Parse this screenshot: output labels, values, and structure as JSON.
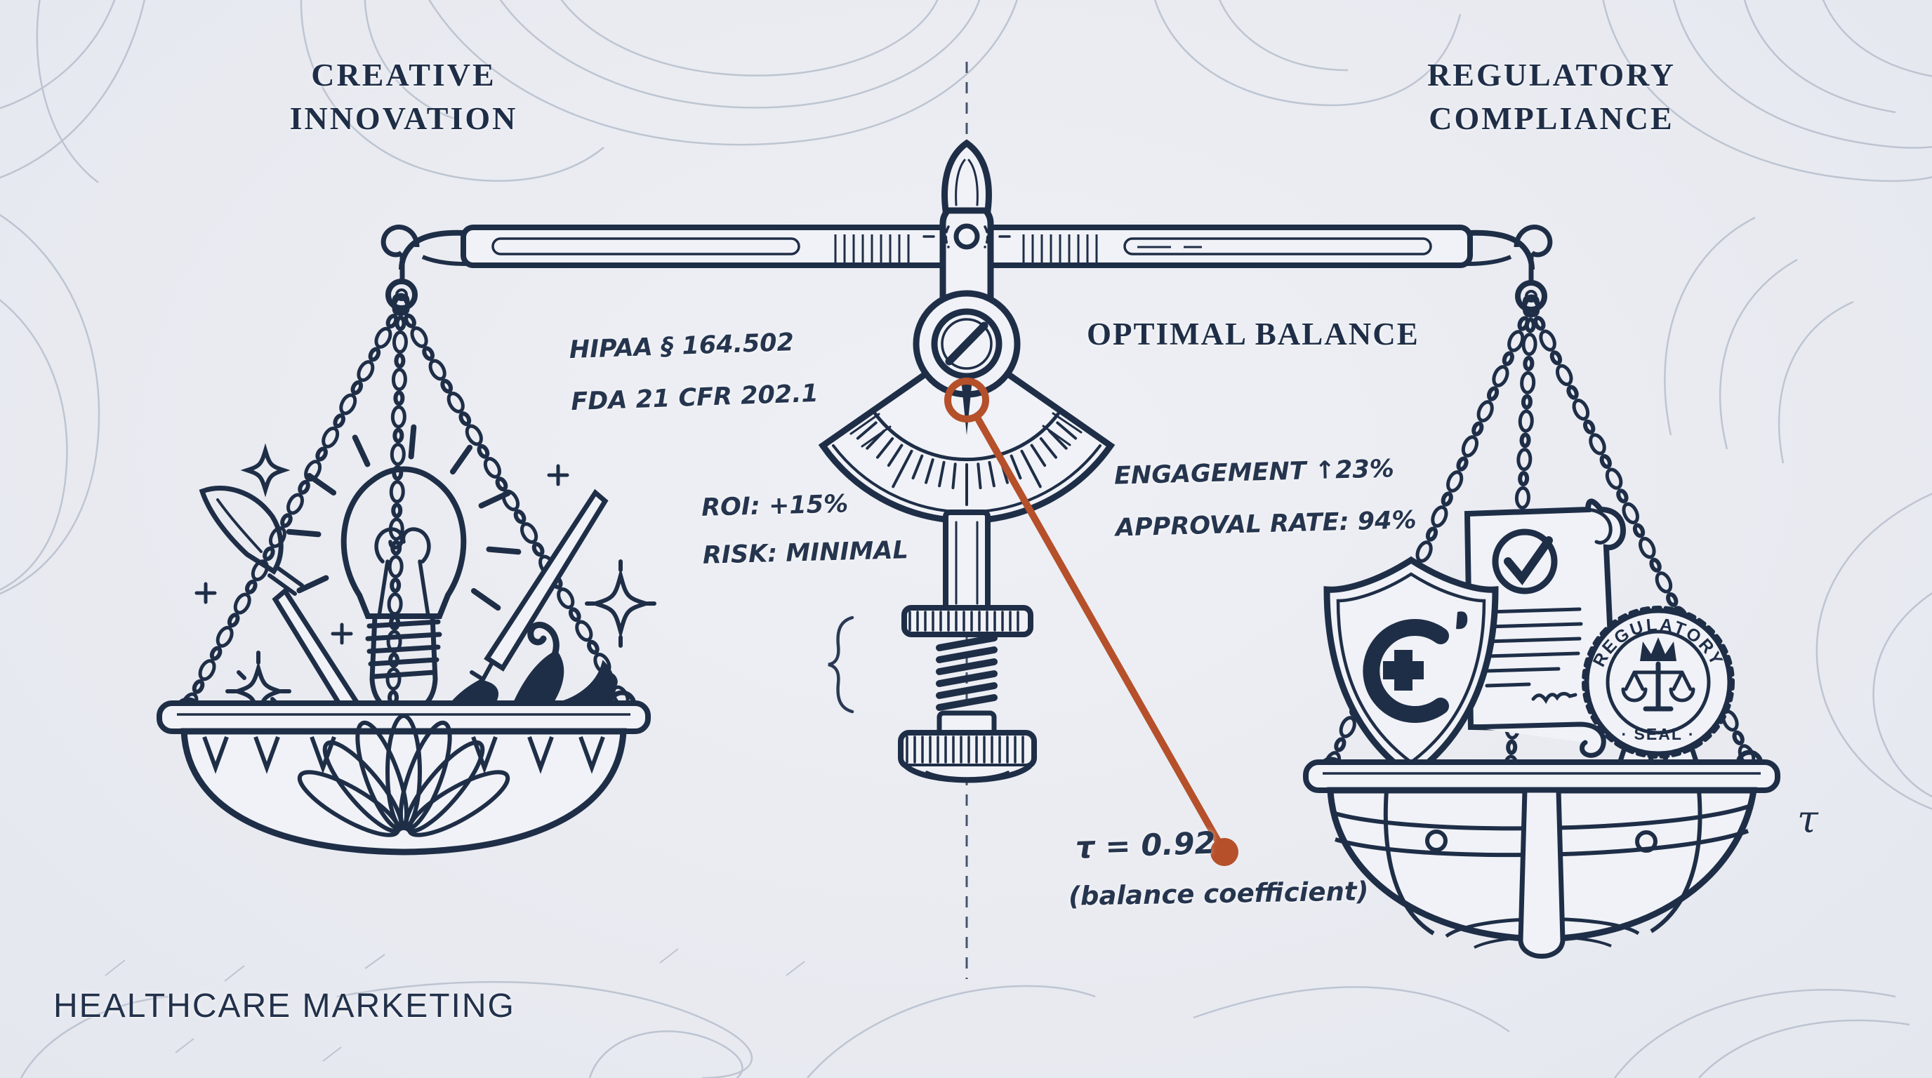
{
  "illustration": {
    "left_panel": {
      "title_line1": "CREATIVE",
      "title_line2": "INNOVATION",
      "metrics": [
        "ROI: +15%",
        "RISK: MINIMAL"
      ]
    },
    "right_panel": {
      "title_line1": "REGULATORY",
      "title_line2": "COMPLIANCE",
      "metrics": [
        "ENGAGEMENT ↑23%",
        "APPROVAL RATE: 94%"
      ]
    },
    "center": {
      "balance_label": "OPTIMAL BALANCE",
      "regulations": [
        "HIPAA § 164.502",
        "FDA 21 CFR 202.1"
      ],
      "coefficient": "τ = 0.92",
      "coefficient_caption": "(balance coefficient)",
      "tau_dimension": "τ"
    },
    "seal": {
      "top_text": "REGULATORY",
      "bottom_text": "· SEAL ·"
    },
    "footer": "HEALTHCARE MARKETING",
    "colors": {
      "ink": "#1f2e47",
      "paper": "#e9ebf1",
      "contour": "#b9c1ce",
      "annotation": "#93a0b5",
      "fill": "#f0f2f7",
      "accent_orange": "#b5502b"
    }
  }
}
